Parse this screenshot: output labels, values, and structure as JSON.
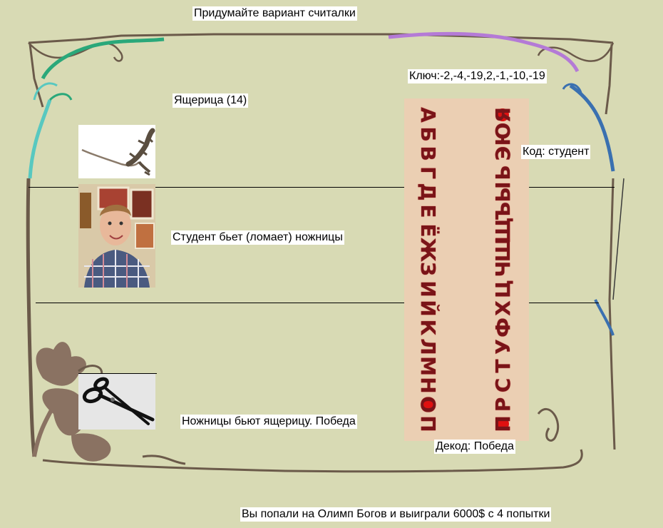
{
  "title": "Придумайте вариант считалки",
  "key_text": "Ключ:-2,-4,-19,2,-1,-10,-19",
  "lizard_label": "Ящерица (14)",
  "code_label": "Код: студент",
  "student_label": "Студент бьет (ломает) ножницы",
  "scissors_label": "Ножницы бьют ящерицу. Победа",
  "decode_label": "Декод: Победа",
  "footer": "Вы попали на Олимп Богов и выиграли 6000$ с 4 попытки",
  "cipher": {
    "column_left": [
      "А",
      "Б",
      "В",
      "Г",
      "Д",
      "Е",
      "Ё",
      "Ж",
      "З",
      "И",
      "Й",
      "К",
      "Л",
      "М",
      "Н",
      "О",
      "П"
    ],
    "column_right": [
      "Я",
      "Ю",
      "Э",
      "Ь",
      "Ы",
      "Ъ",
      "Щ",
      "Ш",
      "Ч",
      "Ц",
      "Х",
      "Ф",
      "У",
      "Т",
      "С",
      "Р",
      "П"
    ],
    "highlighted_left": [
      "О"
    ],
    "highlighted_right": [
      "Я",
      "П"
    ]
  },
  "colors": {
    "background": "#d8dab4",
    "panel": "#ebcfb3",
    "glyph": "#7a1418",
    "highlight": "#e01010"
  },
  "icons": {
    "lizard": "lizard-image",
    "student": "student-photo",
    "scissors": "scissors-image"
  }
}
